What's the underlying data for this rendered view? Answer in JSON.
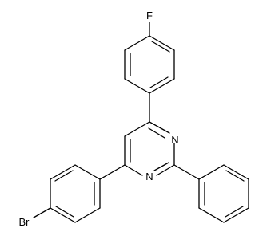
{
  "molecule": {
    "atoms": [
      {
        "id": "F",
        "label": "F"
      },
      {
        "id": "N1",
        "label": "N"
      },
      {
        "id": "N2",
        "label": "N"
      },
      {
        "id": "Br",
        "label": "Br"
      }
    ],
    "colors": {
      "bond": "#000000",
      "text": "#000000",
      "background": "#ffffff"
    }
  }
}
